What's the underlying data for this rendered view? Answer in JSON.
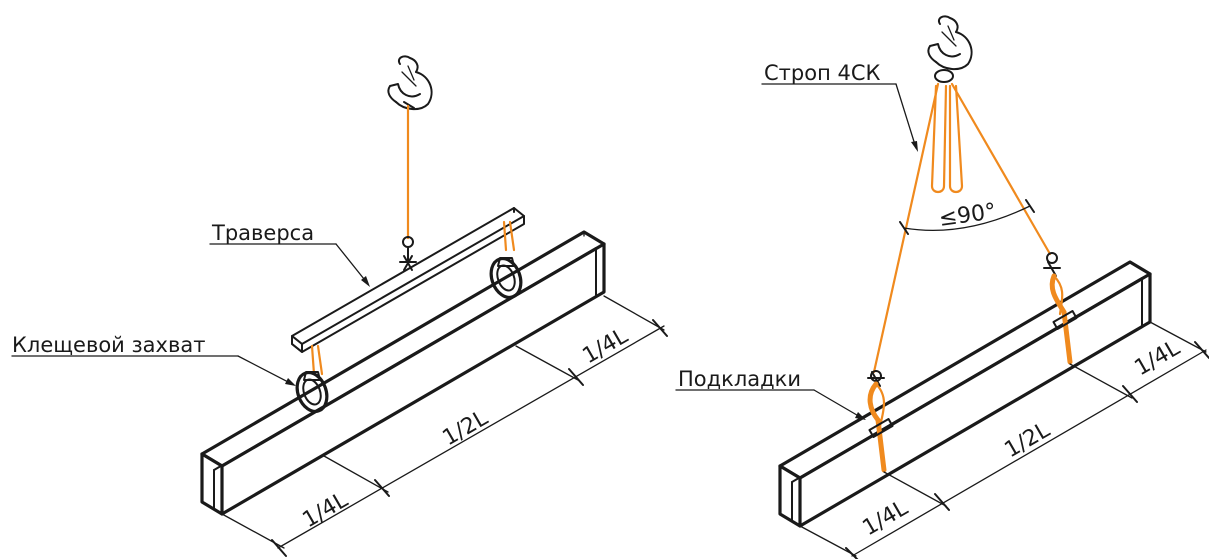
{
  "colors": {
    "sling": "#f08a1e",
    "lines": "#1a1a1a",
    "background": "#ffffff"
  },
  "left_diagram": {
    "traverse_label": "Траверса",
    "grab_label": "Клещевой захват",
    "dims": {
      "quarter_a": "1/4L",
      "half": "1/2L",
      "quarter_b": "1/4L"
    }
  },
  "right_diagram": {
    "sling_label": "Строп 4СК",
    "angle_label": "≤90°",
    "pads_label": "Подкладки",
    "dims": {
      "quarter_a": "1/4L",
      "half": "1/2L",
      "quarter_b": "1/4L"
    }
  }
}
